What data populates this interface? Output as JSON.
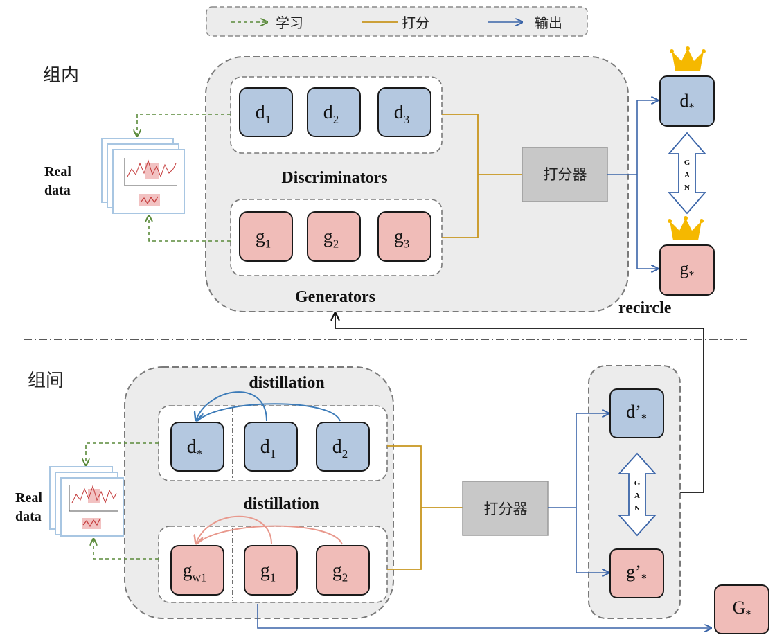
{
  "legend": {
    "learn_label": "学习",
    "score_label": "打分",
    "output_label": "输出"
  },
  "top_section": {
    "title": "组内",
    "real_data_line1": "Real",
    "real_data_line2": "data",
    "discriminators_label": "Discriminators",
    "generators_label": "Generators",
    "d_nodes": [
      {
        "base": "d",
        "sub": "1"
      },
      {
        "base": "d",
        "sub": "2"
      },
      {
        "base": "d",
        "sub": "3"
      }
    ],
    "g_nodes": [
      {
        "base": "g",
        "sub": "1"
      },
      {
        "base": "g",
        "sub": "2"
      },
      {
        "base": "g",
        "sub": "3"
      }
    ],
    "scorer_label": "打分器",
    "best_d": {
      "base": "d",
      "sub": "*"
    },
    "best_g": {
      "base": "g",
      "sub": "*"
    },
    "gan_letters": [
      "G",
      "A",
      "N"
    ],
    "recircle_label": "recircle"
  },
  "bottom_section": {
    "title": "组间",
    "real_data_line1": "Real",
    "real_data_line2": "data",
    "distillation_top": "distillation",
    "distillation_bottom": "distillation",
    "d_nodes": [
      {
        "base": "d",
        "sub": "*"
      },
      {
        "base": "d",
        "sub": "1"
      },
      {
        "base": "d",
        "sub": "2"
      }
    ],
    "g_nodes": [
      {
        "base": "g",
        "sub": "w1"
      },
      {
        "base": "g",
        "sub": "1"
      },
      {
        "base": "g",
        "sub": "2"
      }
    ],
    "scorer_label": "打分器",
    "best_d": {
      "base": "d’",
      "sub": "*"
    },
    "best_g": {
      "base": "g’",
      "sub": "*"
    },
    "gan_letters": [
      "G",
      "A",
      "N"
    ],
    "final_output": {
      "base": "G",
      "sub": "*"
    }
  },
  "colors": {
    "learn": "#5a8a3a",
    "score": "#c8961e",
    "output": "#3a64a8",
    "d_fill": "#b4c8e0",
    "g_fill": "#f0bcb8",
    "group_fill": "#ececec",
    "crown": "#f5b800"
  }
}
